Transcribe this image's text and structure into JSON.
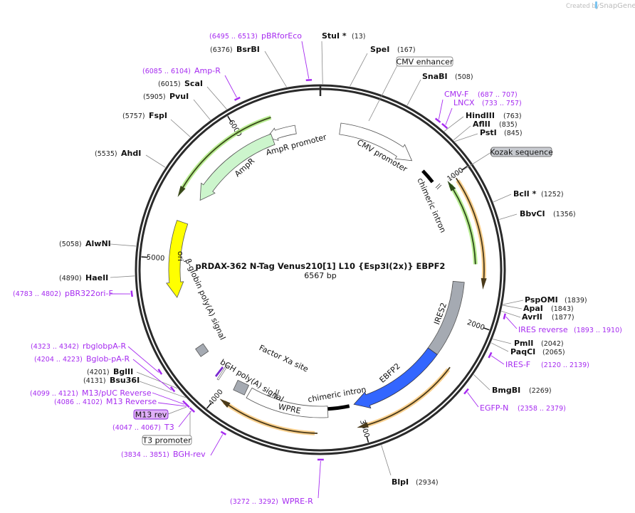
{
  "map": {
    "title": "pRDAX-362    N-Tag Venus210[1] L10 {Esp3I(2x)} EBPF2",
    "length": "6567 bp"
  },
  "watermark": {
    "prefix": "Created by",
    "brand": "SnapGene"
  },
  "enzymes": [
    {
      "name": "StuI *",
      "pos": "(13)"
    },
    {
      "name": "SpeI",
      "pos": "(167)"
    },
    {
      "name": "SnaBI",
      "pos": "(508)"
    },
    {
      "name": "HindIII",
      "pos": "(763)"
    },
    {
      "name": "AflII",
      "pos": "(835)"
    },
    {
      "name": "PstI",
      "pos": "(845)"
    },
    {
      "name": "BclI *",
      "pos": "(1252)"
    },
    {
      "name": "BbvCI",
      "pos": "(1356)"
    },
    {
      "name": "PspOMI",
      "pos": "(1839)"
    },
    {
      "name": "ApaI",
      "pos": "(1843)"
    },
    {
      "name": "AvrII",
      "pos": "(1877)"
    },
    {
      "name": "PmlI",
      "pos": "(2042)"
    },
    {
      "name": "PaqCI",
      "pos": "(2065)"
    },
    {
      "name": "BmgBI",
      "pos": "(2269)"
    },
    {
      "name": "BlpI",
      "pos": "(2934)"
    },
    {
      "name": "Bsu36I",
      "pos": "(4131)"
    },
    {
      "name": "BglII",
      "pos": "(4201)"
    },
    {
      "name": "HaeII",
      "pos": "(4890)"
    },
    {
      "name": "AlwNI",
      "pos": "(5058)"
    },
    {
      "name": "AhdI",
      "pos": "(5535)"
    },
    {
      "name": "FspI",
      "pos": "(5757)"
    },
    {
      "name": "PvuI",
      "pos": "(5905)"
    },
    {
      "name": "ScaI",
      "pos": "(6015)"
    },
    {
      "name": "BsrBI",
      "pos": "(6376)"
    }
  ],
  "primers": [
    {
      "name": "pBRforEco",
      "range": "(6495 .. 6513)"
    },
    {
      "name": "Amp-R",
      "range": "(6085 .. 6104)"
    },
    {
      "name": "CMV-F",
      "range": "(687 .. 707)"
    },
    {
      "name": "LNCX",
      "range": "(733 .. 757)"
    },
    {
      "name": "IRES reverse",
      "range": "(1893 .. 1910)"
    },
    {
      "name": "IRES-F",
      "range": "(2120 .. 2139)"
    },
    {
      "name": "EGFP-N",
      "range": "(2358 .. 2379)"
    },
    {
      "name": "WPRE-R",
      "range": "(3272 .. 3292)"
    },
    {
      "name": "BGH-rev",
      "range": "(3834 .. 3851)"
    },
    {
      "name": "T3",
      "range": "(4047 .. 4067)"
    },
    {
      "name": "M13 Reverse",
      "range": "(4086 .. 4102)"
    },
    {
      "name": "M13/pUC Reverse",
      "range": "(4099 .. 4121)"
    },
    {
      "name": "Bglob-pA-R",
      "range": "(4204 .. 4223)"
    },
    {
      "name": "rbglobpA-R",
      "range": "(4323 .. 4342)"
    },
    {
      "name": "pBR322ori-F",
      "range": "(4783 .. 4802)"
    }
  ],
  "features": {
    "cmv_promoter": "CMV promoter",
    "ampr_promoter": "AmpR promoter",
    "ampr": "AmpR",
    "chimeric_intron_1": "chimeric intron",
    "ori": "ori",
    "beta_globin_polya": "β-globin poly(A) signal",
    "bgh_polya": "bGH poly(A) signal",
    "factor_xa": "Factor Xa site",
    "wpre": "WPRE",
    "chimeric_intron_2": "chimeric intron",
    "ebfp2": "EBFP2",
    "ires2": "IRES2"
  },
  "boxed_features": {
    "cmv_enhancer": "CMV enhancer",
    "kozak": "Kozak sequence",
    "m13_rev": "M13 rev",
    "t3_promoter": "T3 promoter"
  },
  "ticks": [
    "1000",
    "2000",
    "3000",
    "4000",
    "5000",
    "6000"
  ],
  "colors": {
    "backbone": "#2a2a2a",
    "primer": "#a62bf0",
    "ampr": "#ccf5cc",
    "ori": "#ffff00",
    "ebfp2": "#3366ff",
    "ires2": "#a5aab2",
    "orf_orange": "#f8c87a",
    "orf_green": "#a8e878"
  }
}
